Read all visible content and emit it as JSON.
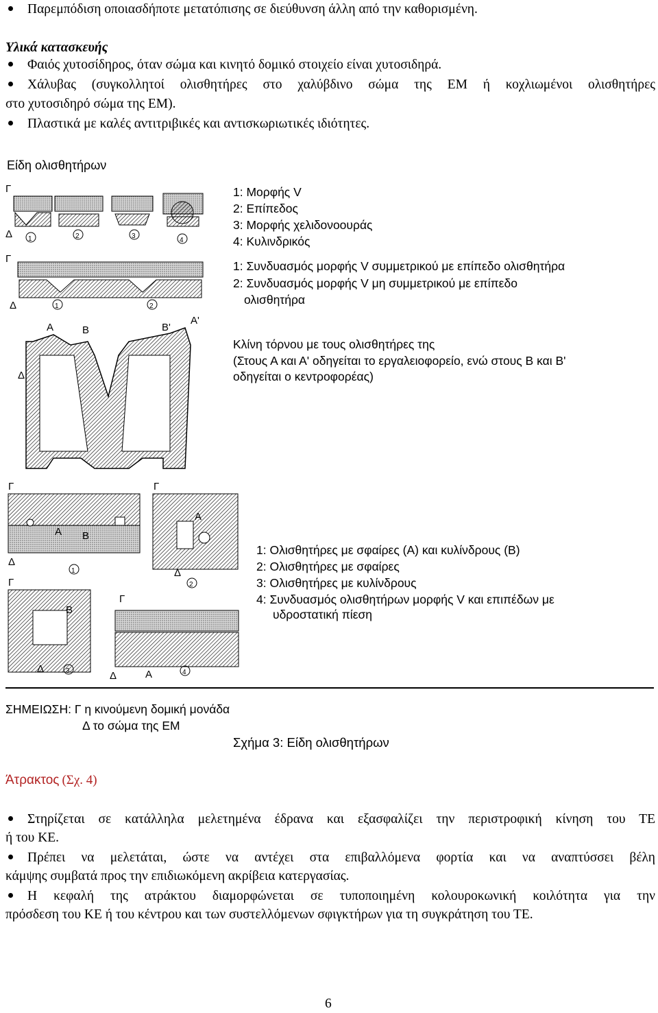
{
  "top_bullets": [
    "Παρεμπόδιση οποιασδήποτε μετατόπισης σε διεύθυνση άλλη από την καθορισμένη."
  ],
  "materials": {
    "heading": "Υλικά κατασκευής",
    "items": [
      {
        "line1": "Φαιός χυτοσίδηρος, όταν σώμα και κινητό δομικό στοιχείο είναι χυτοσιδηρά.",
        "line2": ""
      },
      {
        "line1": "Χάλυβας (συγκολλητοί ολισθητήρες στο χαλύβδινο σώμα της ΕΜ ή κοχλιωμένοι ολισθητήρες",
        "line2": "στο χυτοσιδηρό σώμα της ΕΜ)."
      },
      {
        "line1": "Πλαστικά με καλές αντιτριβικές και αντισκωριωτικές ιδιότητες.",
        "line2": ""
      }
    ]
  },
  "figure": {
    "title": "Είδη ολισθητήρων",
    "group1": [
      "1: Μορφής V",
      "2: Επίπεδος",
      "3: Μορφής χελιδονοουράς",
      "4: Κυλινδρικός"
    ],
    "group2": [
      "1: Συνδυασμός μορφής V συμμετρικού με επίπεδο ολισθητήρα",
      "2: Συνδυασμός μορφής V μη συμμετρικού με επίπεδο",
      "ολισθητήρα"
    ],
    "group3": [
      "Κλίνη τόρνου με τους ολισθητήρες της",
      "(Στους Α και Α' οδηγείται το εργαλειοφορείο, ενώ στους Β και Β'",
      "οδηγείται ο κεντροφορέας)"
    ],
    "group4": [
      "1: Ολισθητήρες με σφαίρες (Α) και κυλίνδρους (Β)",
      "2: Ολισθητήρες με σφαίρες",
      "3: Ολισθητήρες με κυλίνδρους",
      "4: Συνδυασμός ολισθητήρων μορφής V  και επιπέδων με",
      "υδροστατική πίεση"
    ],
    "note_line1": "ΣΗΜΕΙΩΣΗ: Γ η κινούμενη δομική μονάδα",
    "note_line2": "Δ το σώμα της ΕΜ",
    "caption": "Σχήμα 3: Είδη ολισθητήρων",
    "diagram_labels": {
      "gamma": "Γ",
      "delta": "Δ",
      "a": "Α",
      "b": "Β",
      "b_prime": "Β'",
      "a_prime": "Α'",
      "n1": "1",
      "n2": "2",
      "n3": "3",
      "n4": "4"
    }
  },
  "spindle": {
    "heading_main": "Άτρακτος",
    "heading_ref": "(Σχ. 4)",
    "items": [
      {
        "line1": "Στηρίζεται σε κατάλληλα μελετημένα έδρανα και εξασφαλίζει την περιστροφική κίνηση του ΤΕ",
        "line2": "ή του ΚΕ."
      },
      {
        "line1": "Πρέπει να μελετάται, ώστε να αντέχει στα επιβαλλόμενα φορτία και να αναπτύσσει βέλη",
        "line2": "κάμψης συμβατά προς την επιδιωκόμενη ακρίβεια κατεργασίας."
      },
      {
        "line1": "Η κεφαλή της ατράκτου διαμορφώνεται σε τυποποιημένη κολουροκωνική κοιλότητα για την",
        "line2": "πρόσδεση του ΚΕ ή του κέντρου και των συστελλόμενων σφιγκτήρων για τη συγκράτηση του ΤΕ."
      }
    ]
  },
  "page_number": "6"
}
